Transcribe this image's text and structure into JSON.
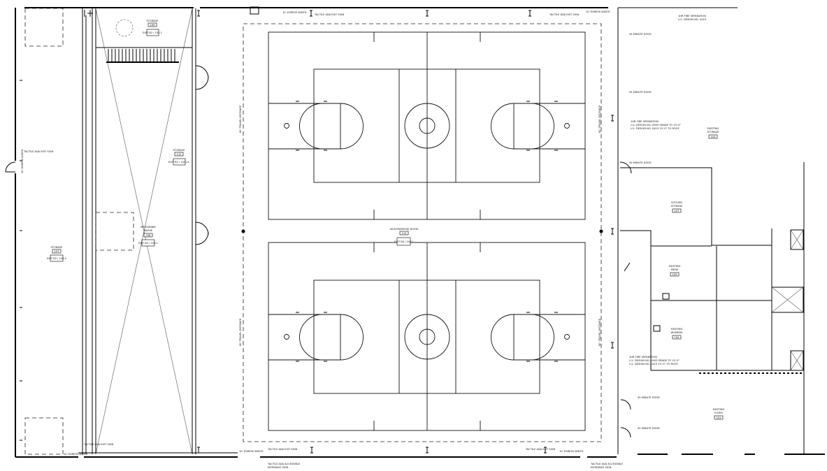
{
  "rooms": {
    "storage_top": {
      "name": "STORAGE",
      "number": "109",
      "tag": "EXIT B2 / 102.1"
    },
    "storage_mid": {
      "name": "STORAGE",
      "number": "112",
      "tag": "EXIT B2 / 100.11"
    },
    "storage_left": {
      "name": "STORAGE",
      "number": "107",
      "tag": "EXIT B2 / 100.4"
    },
    "mezzanine": {
      "name": "MEZZANINE",
      "sub": "ABOVE",
      "number": "108",
      "tag": "EXIT B2 / 100.1"
    },
    "multipurpose": {
      "name": "MULTIPURPOSE ROOM",
      "number": "110",
      "tag": "EXIT B4 / 100.1"
    },
    "existing_storage": {
      "name": "EXISTING",
      "sub": "STORAGE",
      "number": "103"
    },
    "kitchen_storage": {
      "name": "KITCHEN",
      "sub": "STORAGE",
      "number": "107"
    },
    "existing_mens": {
      "name": "EXISTING",
      "sub": "MENS",
      "number": "105"
    },
    "existing_womens": {
      "name": "EXISTING",
      "sub": "WOMENS",
      "number": "104"
    },
    "existing_foyer": {
      "name": "EXISTING",
      "sub": "FOYER",
      "number": "101"
    }
  },
  "notes": {
    "egress_top_left": "10' EGRESS WIDTH",
    "tactile_top": "TACTILE ADA EXIT SIGN",
    "tactile_top_right": "TACTILE ADA EXIT SIGN",
    "egress_top_right": "10' EGRESS WIDTH",
    "fire_sep_top": "1HR FIRE SEPARATION",
    "fire_sep_top_ul": "U.L. DESIGN NO. U419",
    "door_45_a": "45 MINUTE DOOR",
    "door_45_b": "45 MINUTE DOOR",
    "door_45_c": "45 MINUTE DOOR",
    "door_45_d": "45 MINUTE DOOR",
    "door_45_e": "45 MINUTE DOOR",
    "fire_sep_mid_1": "1HR FIRE SEPARATION",
    "fire_sep_mid_2": "U.L. DESIGN NO. U905 GRADE TO 10'-0\"",
    "fire_sep_mid_3": "U.L. DESIGN NO. U419 10'-0\" TO ROOF",
    "fire_sep_low_1": "1HR FIRE SEPARATION",
    "fire_sep_low_2": "U.L. DESIGN NO. U905 GRADE TO 10'-0\"",
    "fire_sep_low_3": "U.L. DESIGN NO. U419 10'-0\" TO ROOF",
    "tactile_left": "TACTILE ADA EXIT SIGN",
    "egress_left": "10' EGRESS WIDTH",
    "travel_left_top": "80' TRAVEL DISTANCE",
    "travel_left_bot": "80' TRAVEL DISTANCE",
    "travel_right_top": "80' TRAVEL DISTANCE",
    "travel_right_bot": "80' TRAVEL DISTANCE",
    "tactile_bot_left": "TACTILE ADA EXIT SIGN",
    "egress_bot_left": "10' EGRESS WIDTH",
    "egress_bot_mid": "10' EGRESS WIDTH",
    "tactile_bot_mid": "TACTILE ADA EXIT SIGN",
    "accessible_1": "TACTILE ADA ACCESSIBLE",
    "accessible_1b": "ENTRANCE SIGN",
    "tactile_bot_right": "TACTILE ADA EXIT SIGN",
    "egress_bot_right": "10' EGRESS WIDTH",
    "accessible_2": "TACTILE ADA ACCESSIBLE",
    "accessible_2b": "ENTRANCE SIGN"
  }
}
